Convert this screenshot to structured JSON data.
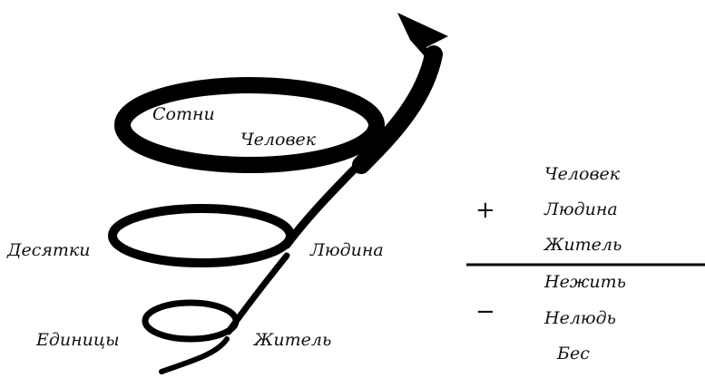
{
  "spiral_labels": {
    "sotni": "Сотни",
    "chelovek": "Человек",
    "desyatki": "Десятки",
    "lyudina": "Людина",
    "edinitsy": "Единицы",
    "zhitel": "Житель"
  },
  "table": {
    "plus_sign": "+",
    "minus_sign": "−",
    "plus_items": [
      "Человек",
      "Людина",
      "Житель"
    ],
    "minus_items": [
      "Нежить",
      "Нелюдь",
      "Бес"
    ]
  },
  "colors": {
    "stroke": "#000000",
    "text": "#111111"
  }
}
